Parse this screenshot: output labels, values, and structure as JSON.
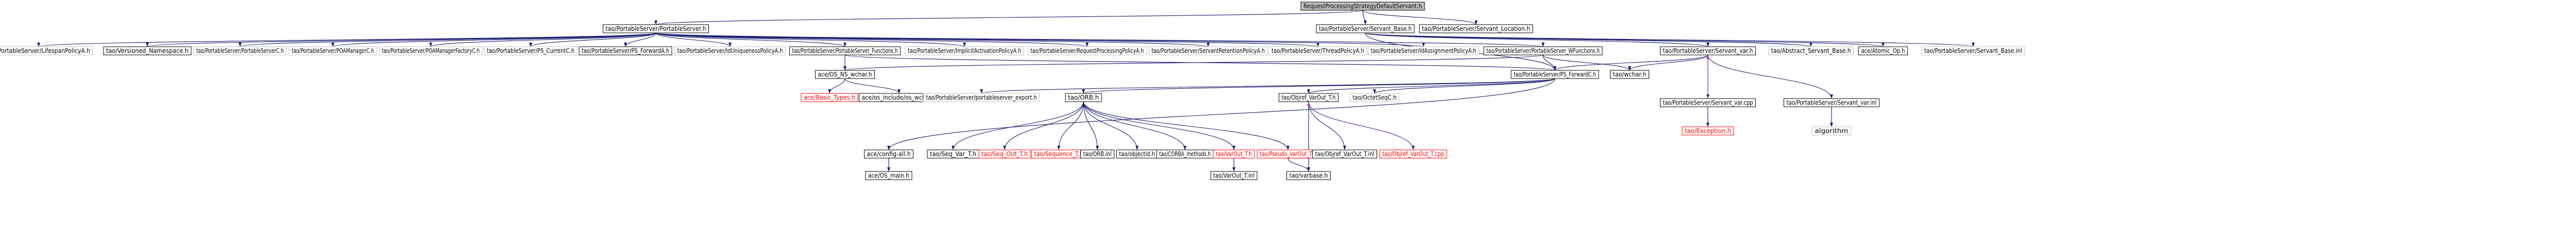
{
  "graph": {
    "nodes": {
      "root": "RequestProcessingStrategyDefaultServant.h",
      "ps_h": "tao/PortableServer/PortableServer.h",
      "servant_base_h": "tao/PortableServer/Servant_Base.h",
      "servant_location_h": "tao/PortableServer/Servant_Location.h",
      "lifespan_h": "tao/PortableServer/LifespanPolicyA.h",
      "versioned_ns_h": "tao/Versioned_Namespace.h",
      "portable_server_c_h": "tao/PortableServer/PortableServerC.h",
      "poamanager_c_h": "tao/PortableServer/POAManagerC.h",
      "poamanagerfactory_c_h": "tao/PortableServer/POAManagerFactoryC.h",
      "ps_current_c_h": "tao/PortableServer/PS_CurrentC.h",
      "ps_forward_a_h": "tao/PortableServer/PS_ForwardA.h",
      "iduniqueness_h": "tao/PortableServer/IdUniquenessPolicyA.h",
      "ps_functions_h": "tao/PortableServer/PortableServer_Functions.h",
      "implicit_activation_h": "tao/PortableServer/ImplicitActivationPolicyA.h",
      "request_processing_h": "tao/PortableServer/RequestProcessingPolicyA.h",
      "servant_retention_h": "tao/PortableServer/ServantRetentionPolicyA.h",
      "thread_policy_h": "tao/PortableServer/ThreadPolicyA.h",
      "idassignment_h": "tao/PortableServer/IdAssignmentPolicyA.h",
      "ps_wfunctions_h": "tao/PortableServer/PortableServer_WFunctions.h",
      "servant_var_h": "tao/PortableServer/Servant_var.h",
      "abstract_servant_base_h": "tao/Abstract_Servant_Base.h",
      "atomic_op_h": "ace/Atomic_Op.h",
      "servant_base_inl": "tao/PortableServer/Servant_Base.inl",
      "os_ns_wchar_h": "ace/OS_NS_wchar.h",
      "ps_forward_c_h": "tao/PortableServer/PS_ForwardC.h",
      "wchar_h": "tao/wchar.h",
      "servant_var_cpp": "tao/PortableServer/Servant_var.cpp",
      "servant_var_inl": "tao/PortableServer/Servant_var.inl",
      "basic_types_h": "ace/Basic_Types.h",
      "os_include_wchar_h": "ace/os_include/os_wchar.h",
      "ps_export_h": "tao/PortableServer/portableserver_export.h",
      "orb_h": "tao/ORB.h",
      "object_varout_h": "tao/Objref_VarOut_T.h",
      "octetseq_c_h": "tao/OctetSeqC.h",
      "exception_h": "tao/Exception.h",
      "algorithm": "algorithm",
      "config_all_h": "ace/config-all.h",
      "seq_var_t_h": "tao/Seq_Var_T.h",
      "seq_out_t_h": "tao/Seq_Out_T.h",
      "sequence_t_h": "tao/Sequence_T.h",
      "orb_inl": "tao/ORB.inl",
      "objectid_h": "tao/objectid.h",
      "corba_methods_h": "tao/CORBA_methods.h",
      "varout_t_h": "tao/VarOut_T.h",
      "pseudo_varout_t_h": "tao/Pseudo_VarOut_T.h",
      "objref_varout_t_inl": "tao/Objref_VarOut_T.inl",
      "objref_varout_t_cpp": "tao/Objref_VarOut_T.cpp",
      "os_main_h": "ace/OS_main.h",
      "varout_t_inl": "tao/VarOut_T.inl",
      "varbase_h": "tao/varbase.h"
    }
  }
}
